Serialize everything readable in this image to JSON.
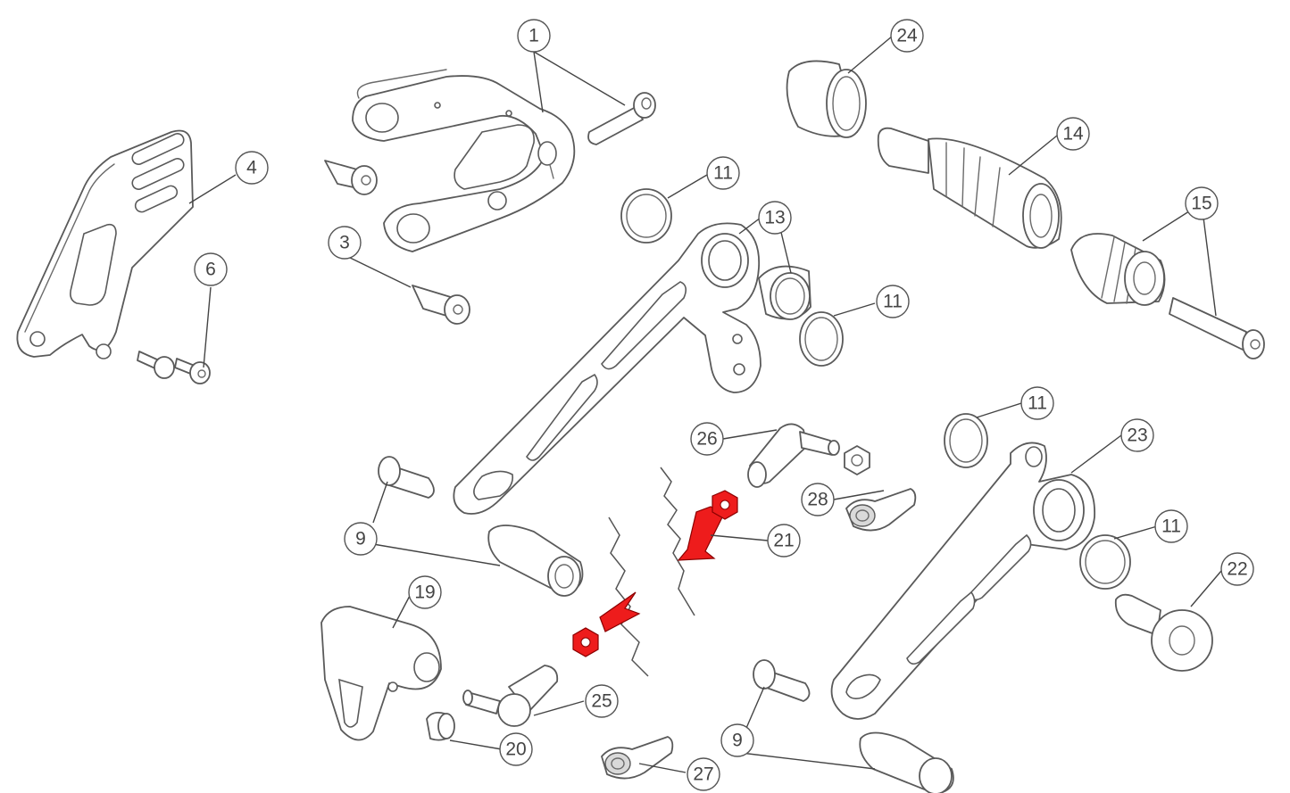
{
  "callouts": [
    {
      "id": "c1a",
      "label": "1"
    },
    {
      "id": "c3",
      "label": "3"
    },
    {
      "id": "c4",
      "label": "4"
    },
    {
      "id": "c6",
      "label": "6"
    },
    {
      "id": "c9a",
      "label": "9"
    },
    {
      "id": "c9b",
      "label": "9"
    },
    {
      "id": "c11a",
      "label": "11"
    },
    {
      "id": "c11b",
      "label": "11"
    },
    {
      "id": "c11c",
      "label": "11"
    },
    {
      "id": "c11d",
      "label": "11"
    },
    {
      "id": "c13",
      "label": "13"
    },
    {
      "id": "c14",
      "label": "14"
    },
    {
      "id": "c15",
      "label": "15"
    },
    {
      "id": "c19",
      "label": "19"
    },
    {
      "id": "c20",
      "label": "20"
    },
    {
      "id": "c21",
      "label": "21"
    },
    {
      "id": "c22",
      "label": "22"
    },
    {
      "id": "c23",
      "label": "23"
    },
    {
      "id": "c24",
      "label": "24"
    },
    {
      "id": "c25",
      "label": "25"
    },
    {
      "id": "c26",
      "label": "26"
    },
    {
      "id": "c27",
      "label": "27"
    },
    {
      "id": "c28",
      "label": "28"
    }
  ],
  "colors": {
    "highlight": "#ee1c1c",
    "line": "#5a5a5a"
  }
}
